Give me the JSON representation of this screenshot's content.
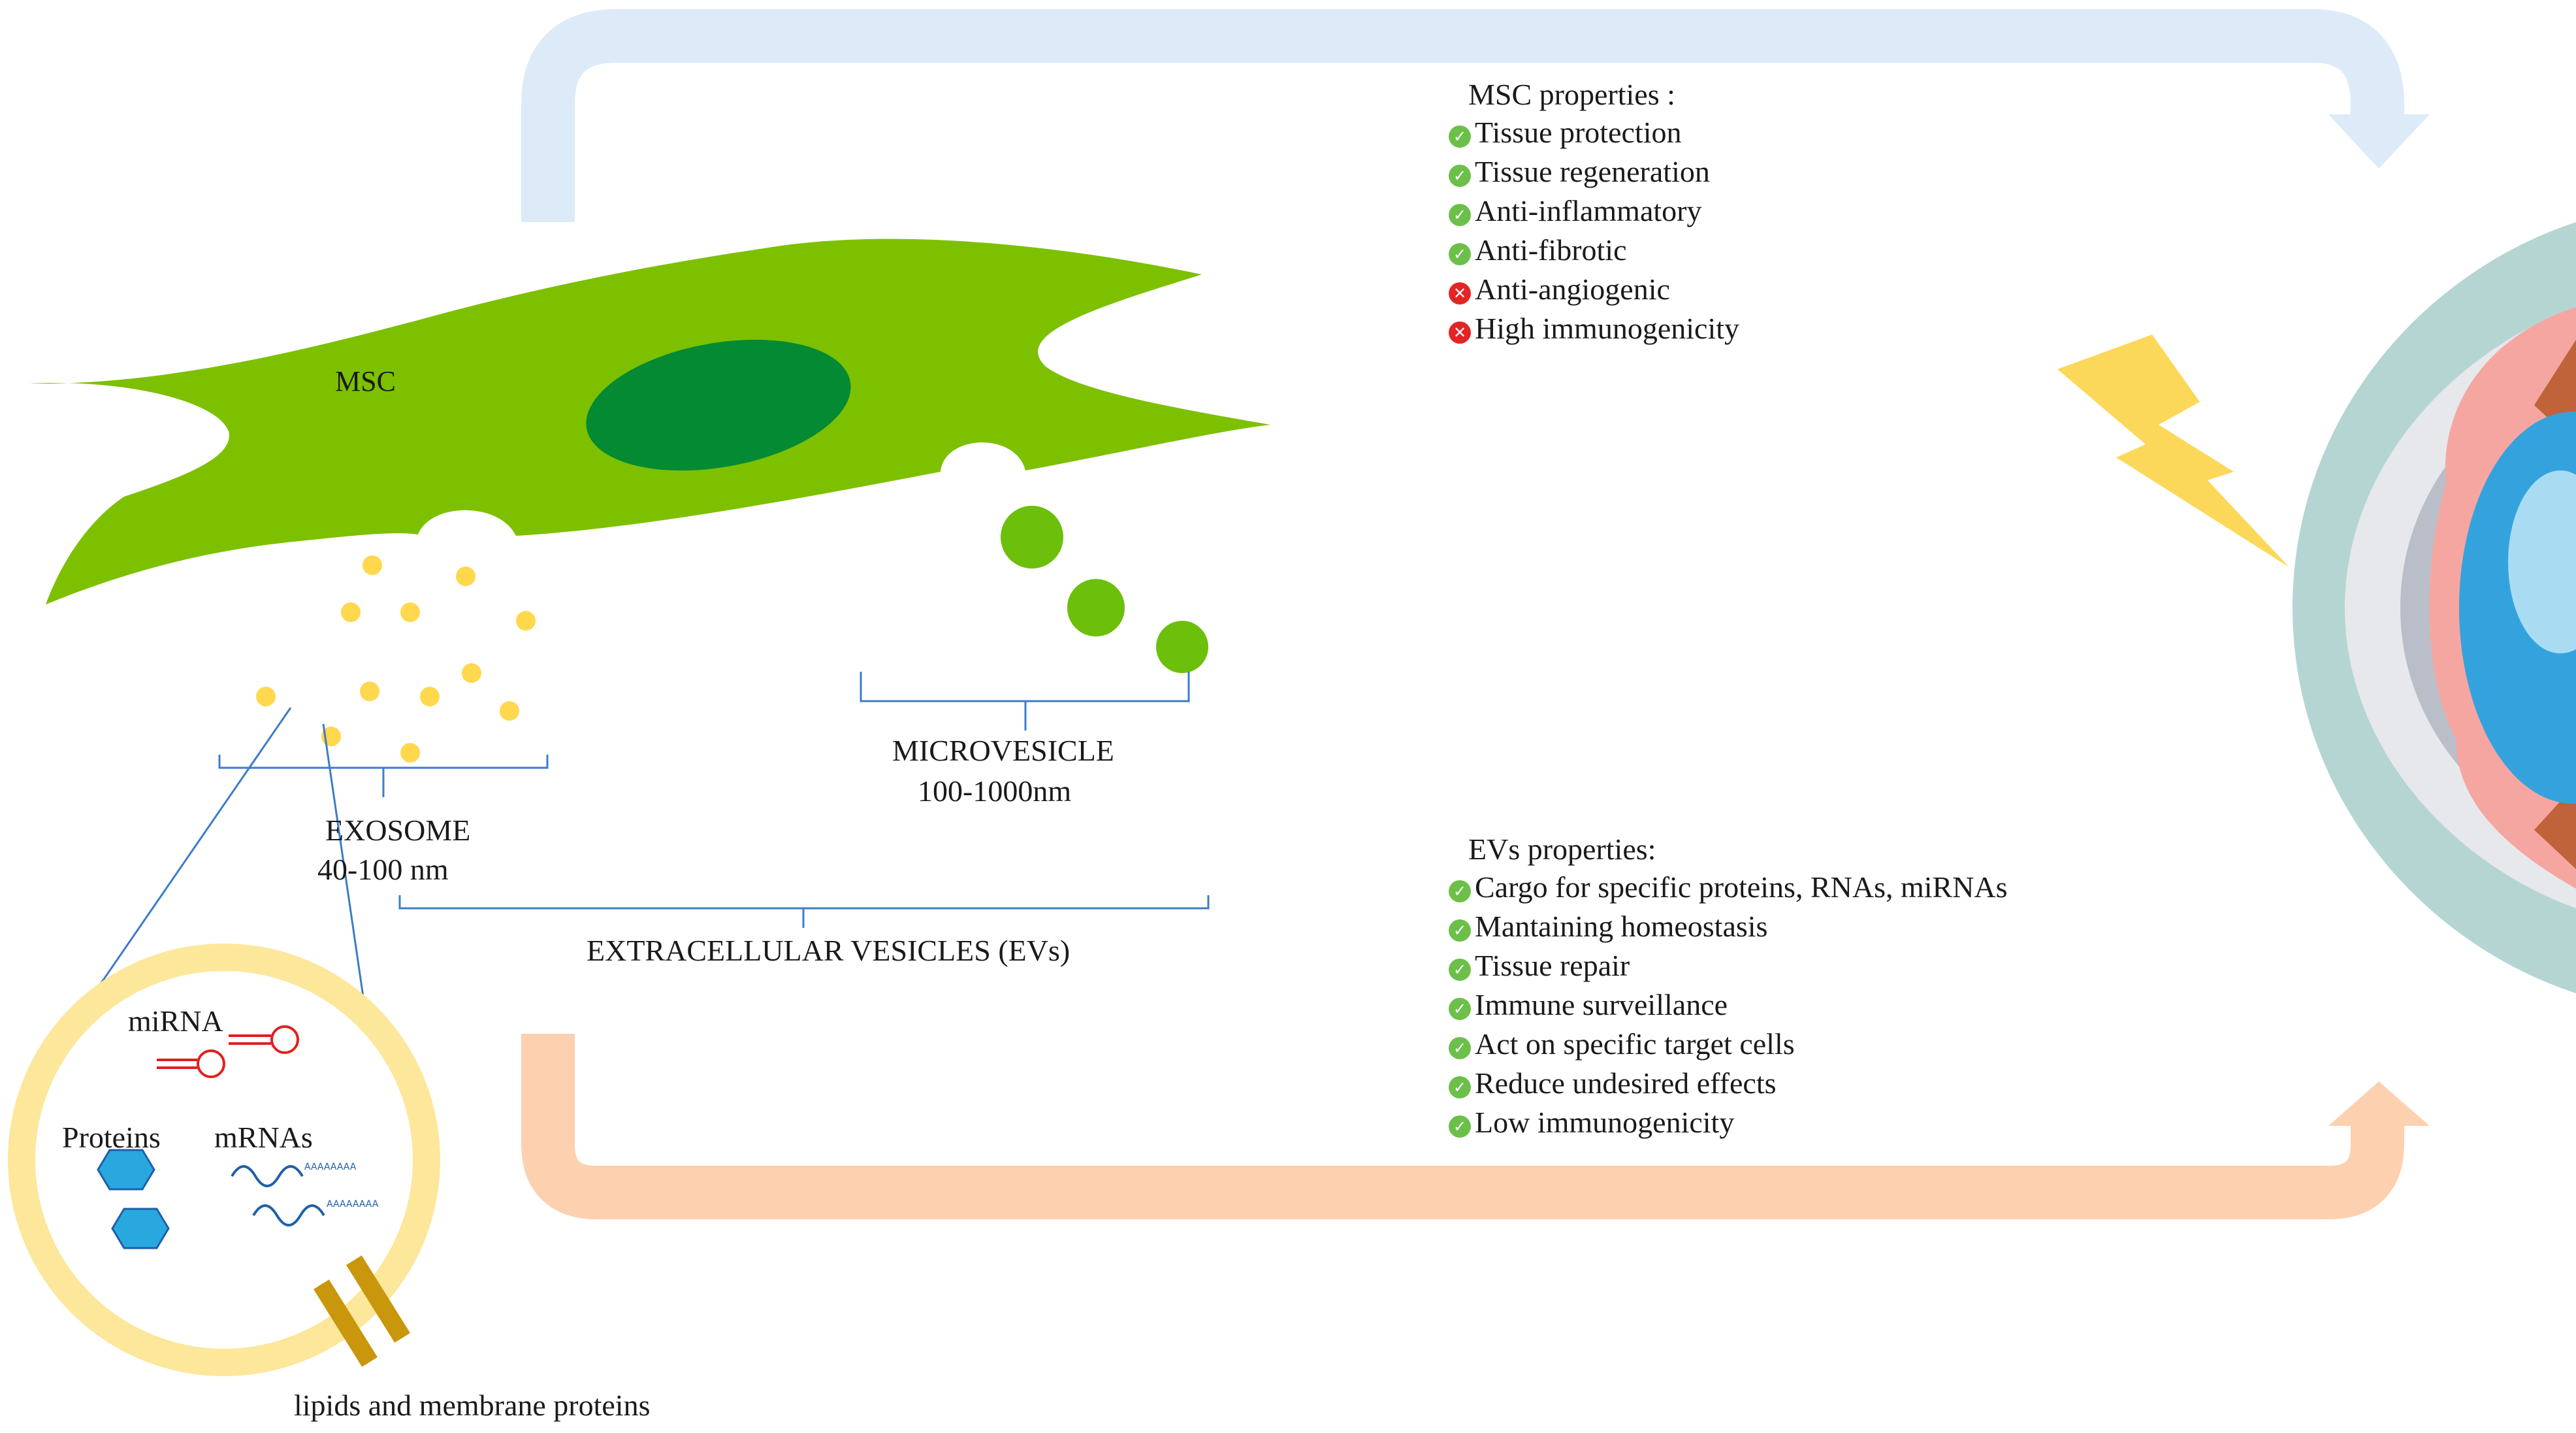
{
  "colors": {
    "cell": "#7dc000",
    "nucleus": "#038a33",
    "exosome_dot": "#ffd84d",
    "microvesicle": "#6cbf0a",
    "top_arrow": "#dcebf7",
    "bottom_arrow": "#fdd0b0",
    "bracket": "#3d7cc9",
    "lightning": "#fcd85a",
    "vesicle_ring": "#fde79a",
    "protein": "#29a8e0",
    "mirna": "#e02020",
    "mrna": "#1f5fa8",
    "membrane_protein": "#c9960c",
    "check": "#6cc04a",
    "cross": "#e42424"
  },
  "labels": {
    "msc": "MSC",
    "microvesicle": "MICROVESICLE",
    "microvesicle_size": "100-1000nm",
    "exosome": "EXOSOME",
    "exosome_size": "40-100 nm",
    "evs": "EXTRACELLULAR VESICLES (EVs)",
    "mirna": "miRNA",
    "proteins": "Proteins",
    "mrnas": "mRNAs",
    "lipids": "lipids and membrane proteins",
    "poly_a": "AAAAAAAA"
  },
  "msc_properties": {
    "title": "MSC properties :",
    "items": [
      {
        "text": "Tissue protection",
        "status": "positive",
        "icon": "check-icon"
      },
      {
        "text": "Tissue regeneration",
        "status": "positive",
        "icon": "check-icon"
      },
      {
        "text": "Anti-inflammatory",
        "status": "positive",
        "icon": "check-icon"
      },
      {
        "text": "Anti-fibrotic",
        "status": "positive",
        "icon": "check-icon"
      },
      {
        "text": "Anti-angiogenic",
        "status": "negative",
        "icon": "cross-icon"
      },
      {
        "text": " High immunogenicity",
        "status": "negative",
        "icon": "cross-icon"
      }
    ]
  },
  "evs_properties": {
    "title": "EVs properties:",
    "items": [
      {
        "text": "Cargo for specific proteins, RNAs, miRNAs",
        "status": "positive",
        "icon": "check-icon"
      },
      {
        "text": "Mantaining homeostasis",
        "status": "positive",
        "icon": "check-icon"
      },
      {
        "text": "Tissue repair",
        "status": "positive",
        "icon": "check-icon"
      },
      {
        "text": "Immune surveillance",
        "status": "positive",
        "icon": "check-icon"
      },
      {
        "text": "Act on specific target cells",
        "status": "positive",
        "icon": "check-icon"
      },
      {
        "text": "Reduce undesired effects",
        "status": "positive",
        "icon": "check-icon"
      },
      {
        "text": "Low immunogenicity",
        "status": "positive",
        "icon": "check-icon"
      }
    ]
  }
}
